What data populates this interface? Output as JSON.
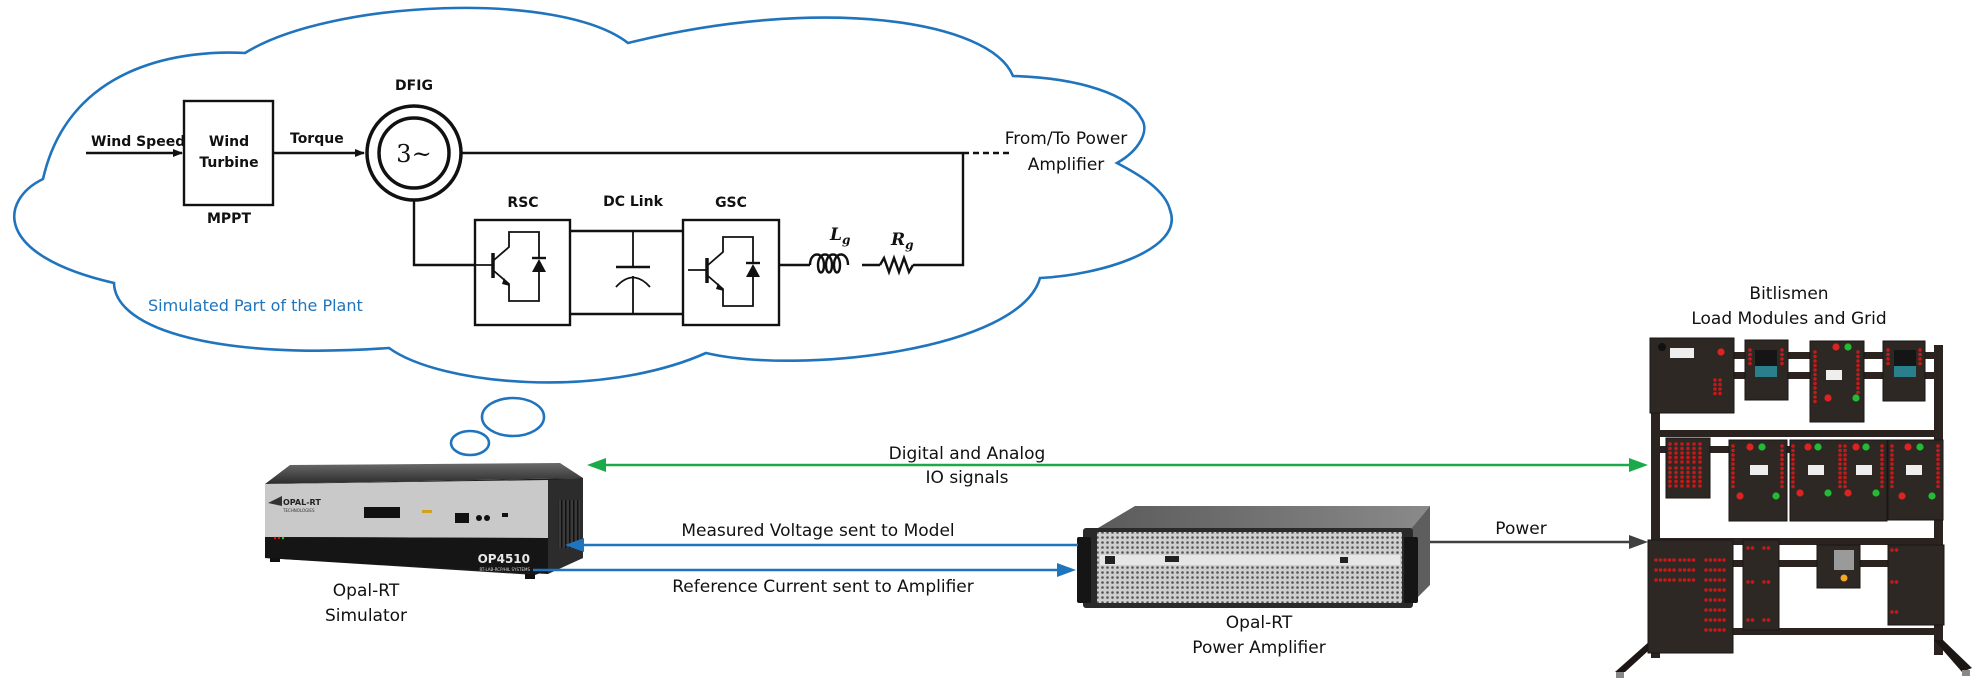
{
  "cloud": {
    "caption": "Simulated Part of the Plant",
    "color": "#1f74bd"
  },
  "plant": {
    "input_label": "Wind Speed",
    "turbine_label_line1": "Wind",
    "turbine_label_line2": "Turbine",
    "mppt_label": "MPPT",
    "torque_label": "Torque",
    "generator_label": "DFIG",
    "generator_symbol": "3~",
    "rsc_label": "RSC",
    "dclink_label": "DC Link",
    "gsc_label": "GSC",
    "inductor_label": "L",
    "inductor_sub": "g",
    "resistor_label": "R",
    "resistor_sub": "g",
    "interface_line1": "From/To Power",
    "interface_line2": "Amplifier"
  },
  "devices": {
    "simulator": {
      "line1": "Opal-RT",
      "line2": "Simulator",
      "front_brand": "OPAL-RT",
      "front_sub": "TECHNOLOGIES",
      "model": "OP4510",
      "model_sub": "RT-LAB-RCP/HIL SYSTEMS"
    },
    "amplifier": {
      "line1": "Opal-RT",
      "line2": "Power Amplifier"
    },
    "rack": {
      "line1": "Bitlismen",
      "line2": "Load Modules and Grid"
    }
  },
  "links": {
    "io": {
      "line1": "Digital and Analog",
      "line2": "IO signals",
      "color": "#1aaa4a"
    },
    "voltage": {
      "label": "Measured Voltage sent to Model",
      "color": "#1f74bd"
    },
    "current": {
      "label": "Reference Current sent to Amplifier",
      "color": "#1f74bd"
    },
    "power": {
      "label": "Power",
      "color": "#404040"
    }
  }
}
